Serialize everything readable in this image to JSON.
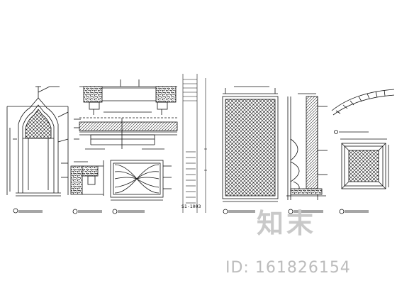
{
  "drawing": {
    "label_code": "S1-1003"
  },
  "watermark": {
    "brand": "知末",
    "id_text": "ID: 161826154"
  }
}
